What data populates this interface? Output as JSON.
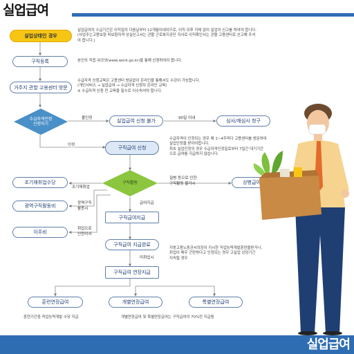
{
  "title": "실업급여",
  "footer": "실업급여",
  "colors": {
    "accent": "#2f6db3",
    "node_blue": "#4a90c8",
    "node_green": "#8cc63f",
    "node_yellow": "#f7c614"
  },
  "steps": {
    "unemployment_occurrence": "실업상태인 경우",
    "registration": "구직등록",
    "visit_center": "거주지 관할 고용센터 방문",
    "eligibility_check": "수급자격인정\n신청하기",
    "apply_benefit": "실업급여 신청 불가",
    "review": "심사/재심사 청구",
    "job_seeking_apply": "구직급여 신청",
    "job_seeking_activity": "구직활동",
    "early_reemployment": "조기재취업수당",
    "sickness_benefit": "상병급여",
    "wide_area_job": "광역구직활동비",
    "relocation": "이주비",
    "job_seeking_pay": "구직급여지급",
    "job_seeking_end": "구직급여 지급완료",
    "job_seeking_ext": "구직급여 연장지급",
    "training_ext": "훈련연장급여",
    "individual_ext": "개별연장급여",
    "special_ext": "특별연장급여"
  },
  "labels": {
    "not_recognized": "불인정",
    "within_90_days": "90일 이내",
    "recognized": "인정",
    "early_reemployment": "조기재취업",
    "wide_area_1": "광역구직",
    "wide_area_2": "활동시",
    "relocation_1": "취업으로",
    "relocation_2": "인한이사",
    "pay": "급여지급",
    "sickness_1": "질병 등으로 인한",
    "sickness_2": "구직활동 불가시",
    "not_employed": "미취업시"
  },
  "notes": {
    "top_1": "실업급여의 수급기간은 이직일의 다음날부터 12개월이내이므로, 이직 이후 지체 없이 실업의 신고를 하여야 합니다.",
    "top_2": "(사업주는고용보험 피보험자격 상실신고서는 관할 근로복지공단 지사로 이직확인서는 관할 고용센터로 신고해 주셔",
    "top_3": "야 합니다.)",
    "registration": "본인의 직접 워크넷(www.work.go.kr)을 통해 신청하여야 합니다.",
    "visit_1": "수급자격 신청교육은 고용센터 방문없이 온라인을 통해서도 수강이 가능합니다.",
    "visit_2": "(개인서비스 → 실업급여 → 수급자격 신청자 온라인 교육)",
    "visit_3": "※ 수급자격 신청 전 교육을 필수로 이수하셔야 합니다.",
    "apply_1": "수급자격이 인정되는 경우 매 1~4주마다 고용센터를 방문하여",
    "apply_2": "실업인정을 받아야합니다.",
    "apply_3": "최초 실업인정의 경우 수급자격인정일로부터 7일간 대기기간",
    "apply_4": "으로 급여를 지급하지 않습니다.",
    "ext_1": "지방고용노동관서의장이 지시한 직업능력개발훈련을받거나,",
    "ext_2": "취업이 매우 곤란하다고 인정되는 경우 고실업 상당기간",
    "ext_3": "지속될 경우",
    "bottom_left": "훈련기간중 적업능력개발 수당 지급",
    "bottom_right": "개별연장급여 및 특별연장급여는 구직급여의 70%만 지급됨"
  },
  "icons": {
    "person": "person-holding-box-illustration"
  }
}
